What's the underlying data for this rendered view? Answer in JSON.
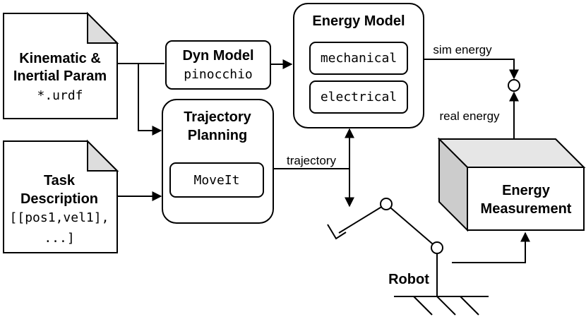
{
  "kinematic_doc": {
    "line1": "Kinematic &",
    "line2": "Inertial Param",
    "file": "*.urdf"
  },
  "task_doc": {
    "line1": "Task",
    "line2": "Description",
    "code1": "[[pos1,vel1],",
    "code2": "...]"
  },
  "dyn_model": {
    "title": "Dyn Model",
    "library": "pinocchio"
  },
  "trajectory_planning": {
    "line1": "Trajectory",
    "line2": "Planning",
    "tool": "MoveIt"
  },
  "energy_model": {
    "title": "Energy Model",
    "mechanical": "mechanical",
    "electrical": "electrical"
  },
  "energy_measurement": {
    "line1": "Energy",
    "line2": "Measurement"
  },
  "labels": {
    "sim_energy": "sim energy",
    "real_energy": "real energy",
    "trajectory": "trajectory",
    "robot": "Robot"
  }
}
